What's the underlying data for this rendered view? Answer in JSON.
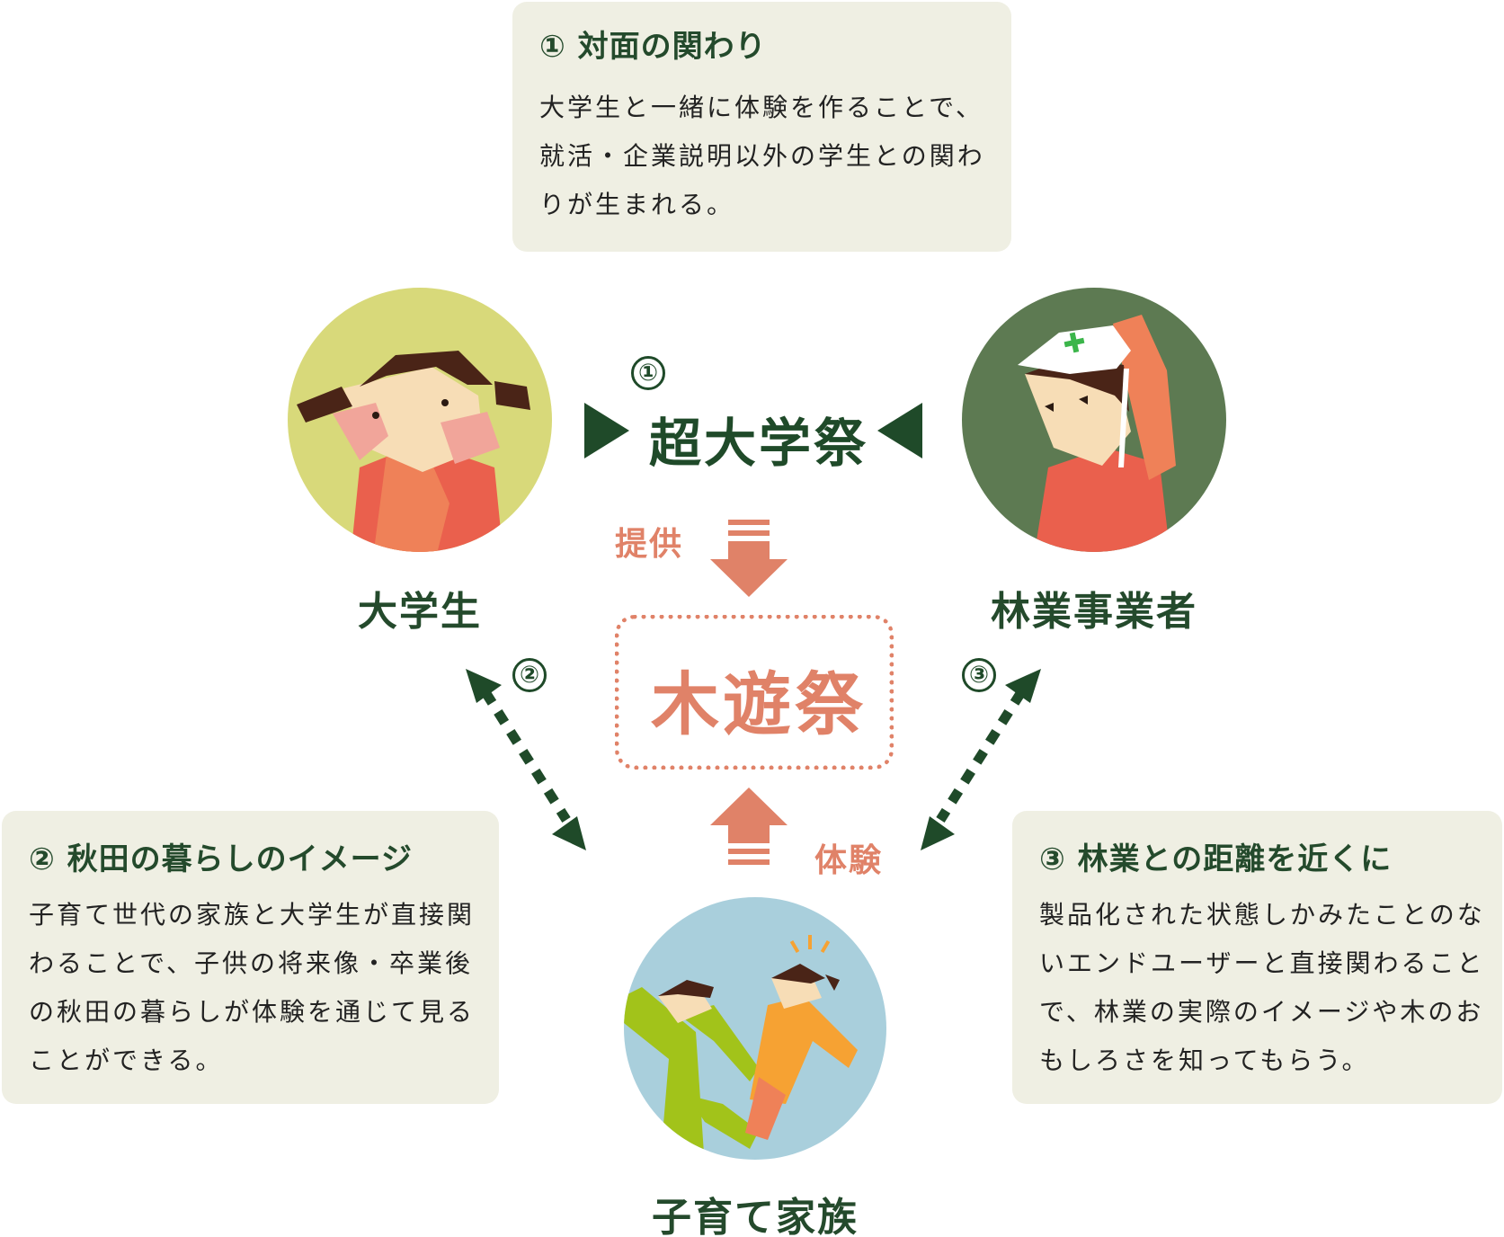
{
  "colors": {
    "dark_green": "#1f4a29",
    "salmon": "#e08268",
    "box_bg": "#efefe3",
    "student_bg": "#d8d97a",
    "forestry_bg": "#5d7a52",
    "family_bg": "#a9cfdc"
  },
  "center": {
    "number": "①",
    "title": "超大学祭",
    "event": "木遊祭",
    "provide_label": "提供",
    "experience_label": "体験"
  },
  "actors": {
    "student": {
      "label": "大学生",
      "icon": "student-girl-illustration"
    },
    "forestry": {
      "label": "林業事業者",
      "icon": "forestry-worker-helmet-illustration"
    },
    "family": {
      "label": "子育て家族",
      "icon": "parent-child-running-illustration"
    }
  },
  "links": {
    "student_family": {
      "number": "②"
    },
    "forestry_family": {
      "number": "③"
    }
  },
  "boxes": {
    "face_to_face": {
      "title": "① 対面の関わり",
      "lines": [
        "大学生と一緒に体験を作ることで、",
        "就活・企業説明以外の学生との関わ",
        "りが生まれる。"
      ]
    },
    "akita_life": {
      "title": "② 秋田の暮らしのイメージ",
      "lines": [
        "子育て世代の家族と大学生が直接関",
        "わることで、子供の将来像・卒業後",
        "の秋田の暮らしが体験を通じて見る",
        "ことができる。"
      ]
    },
    "forestry_distance": {
      "title": "③ 林業との距離を近くに",
      "lines": [
        "製品化された状態しかみたことのな",
        "いエンドユーザーと直接関わること",
        "で、林業の実際のイメージや木のお",
        "もしろさを知ってもらう。"
      ]
    }
  }
}
